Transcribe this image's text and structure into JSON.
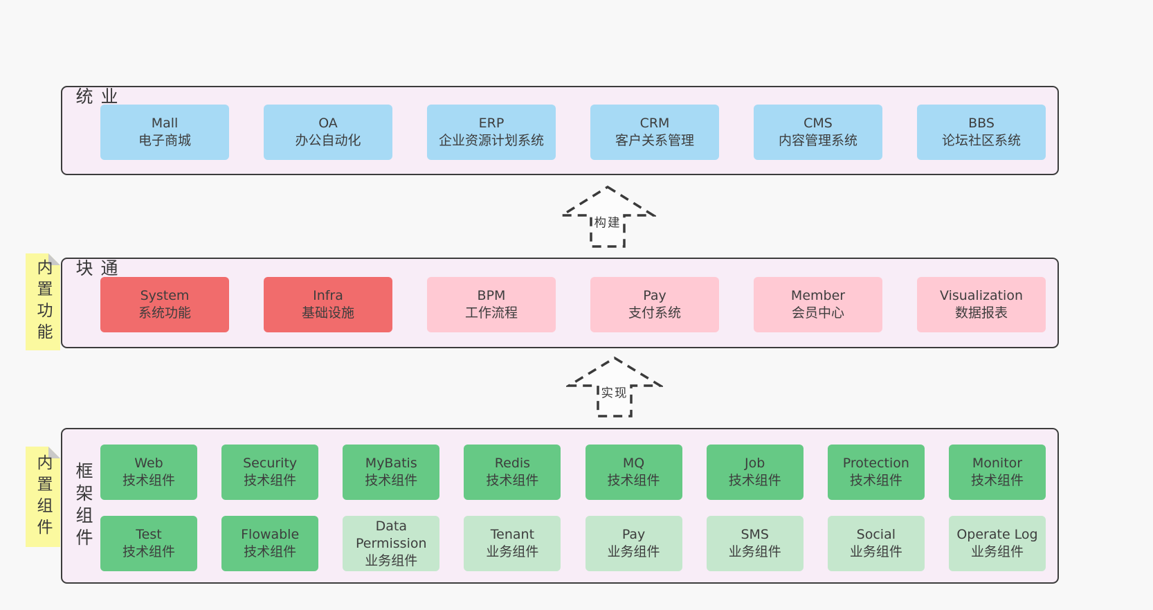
{
  "colors": {
    "page_bg": "#f8f8f8",
    "panel_bg": "#f8edf7",
    "panel_border": "#3c3c3c",
    "blue": "#a7daf5",
    "red": "#f16c6c",
    "pink": "#ffc9d3",
    "green": "#66c985",
    "green_light": "#c5e7cd",
    "sticky_yellow": "#fbf99f",
    "sticky_fold": "#c9c9c9",
    "text": "#3d3d3d"
  },
  "stickies": [
    {
      "label": "内置功能"
    },
    {
      "label": "内置组件"
    }
  ],
  "arrows": [
    {
      "label": "构建"
    },
    {
      "label": "实现"
    }
  ],
  "sections": [
    {
      "side_label": "业务系统",
      "boxes": [
        {
          "title": "Mall",
          "subtitle": "电子商城",
          "variant": "blue"
        },
        {
          "title": "OA",
          "subtitle": "办公自动化",
          "variant": "blue"
        },
        {
          "title": "ERP",
          "subtitle": "企业资源计划系统",
          "variant": "blue"
        },
        {
          "title": "CRM",
          "subtitle": "客户关系管理",
          "variant": "blue"
        },
        {
          "title": "CMS",
          "subtitle": "内容管理系统",
          "variant": "blue"
        },
        {
          "title": "BBS",
          "subtitle": "论坛社区系统",
          "variant": "blue"
        }
      ]
    },
    {
      "side_label": "通用模块",
      "boxes": [
        {
          "title": "System",
          "subtitle": "系统功能",
          "variant": "red"
        },
        {
          "title": "Infra",
          "subtitle": "基础设施",
          "variant": "red"
        },
        {
          "title": "BPM",
          "subtitle": "工作流程",
          "variant": "pink"
        },
        {
          "title": "Pay",
          "subtitle": "支付系统",
          "variant": "pink"
        },
        {
          "title": "Member",
          "subtitle": "会员中心",
          "variant": "pink"
        },
        {
          "title": "Visualization",
          "subtitle": "数据报表",
          "variant": "pink"
        }
      ]
    },
    {
      "side_label": "框架组件",
      "rows": [
        [
          {
            "title": "Web",
            "subtitle": "技术组件",
            "variant": "green"
          },
          {
            "title": "Security",
            "subtitle": "技术组件",
            "variant": "green"
          },
          {
            "title": "MyBatis",
            "subtitle": "技术组件",
            "variant": "green"
          },
          {
            "title": "Redis",
            "subtitle": "技术组件",
            "variant": "green"
          },
          {
            "title": "MQ",
            "subtitle": "技术组件",
            "variant": "green"
          },
          {
            "title": "Job",
            "subtitle": "技术组件",
            "variant": "green"
          },
          {
            "title": "Protection",
            "subtitle": "技术组件",
            "variant": "green"
          },
          {
            "title": "Monitor",
            "subtitle": "技术组件",
            "variant": "green"
          }
        ],
        [
          {
            "title": "Test",
            "subtitle": "技术组件",
            "variant": "green"
          },
          {
            "title": "Flowable",
            "subtitle": "技术组件",
            "variant": "green"
          },
          {
            "title": "Data Permission",
            "subtitle": "业务组件",
            "variant": "green-light"
          },
          {
            "title": "Tenant",
            "subtitle": "业务组件",
            "variant": "green-light"
          },
          {
            "title": "Pay",
            "subtitle": "业务组件",
            "variant": "green-light"
          },
          {
            "title": "SMS",
            "subtitle": "业务组件",
            "variant": "green-light"
          },
          {
            "title": "Social",
            "subtitle": "业务组件",
            "variant": "green-light"
          },
          {
            "title": "Operate Log",
            "subtitle": "业务组件",
            "variant": "green-light"
          }
        ]
      ]
    }
  ]
}
